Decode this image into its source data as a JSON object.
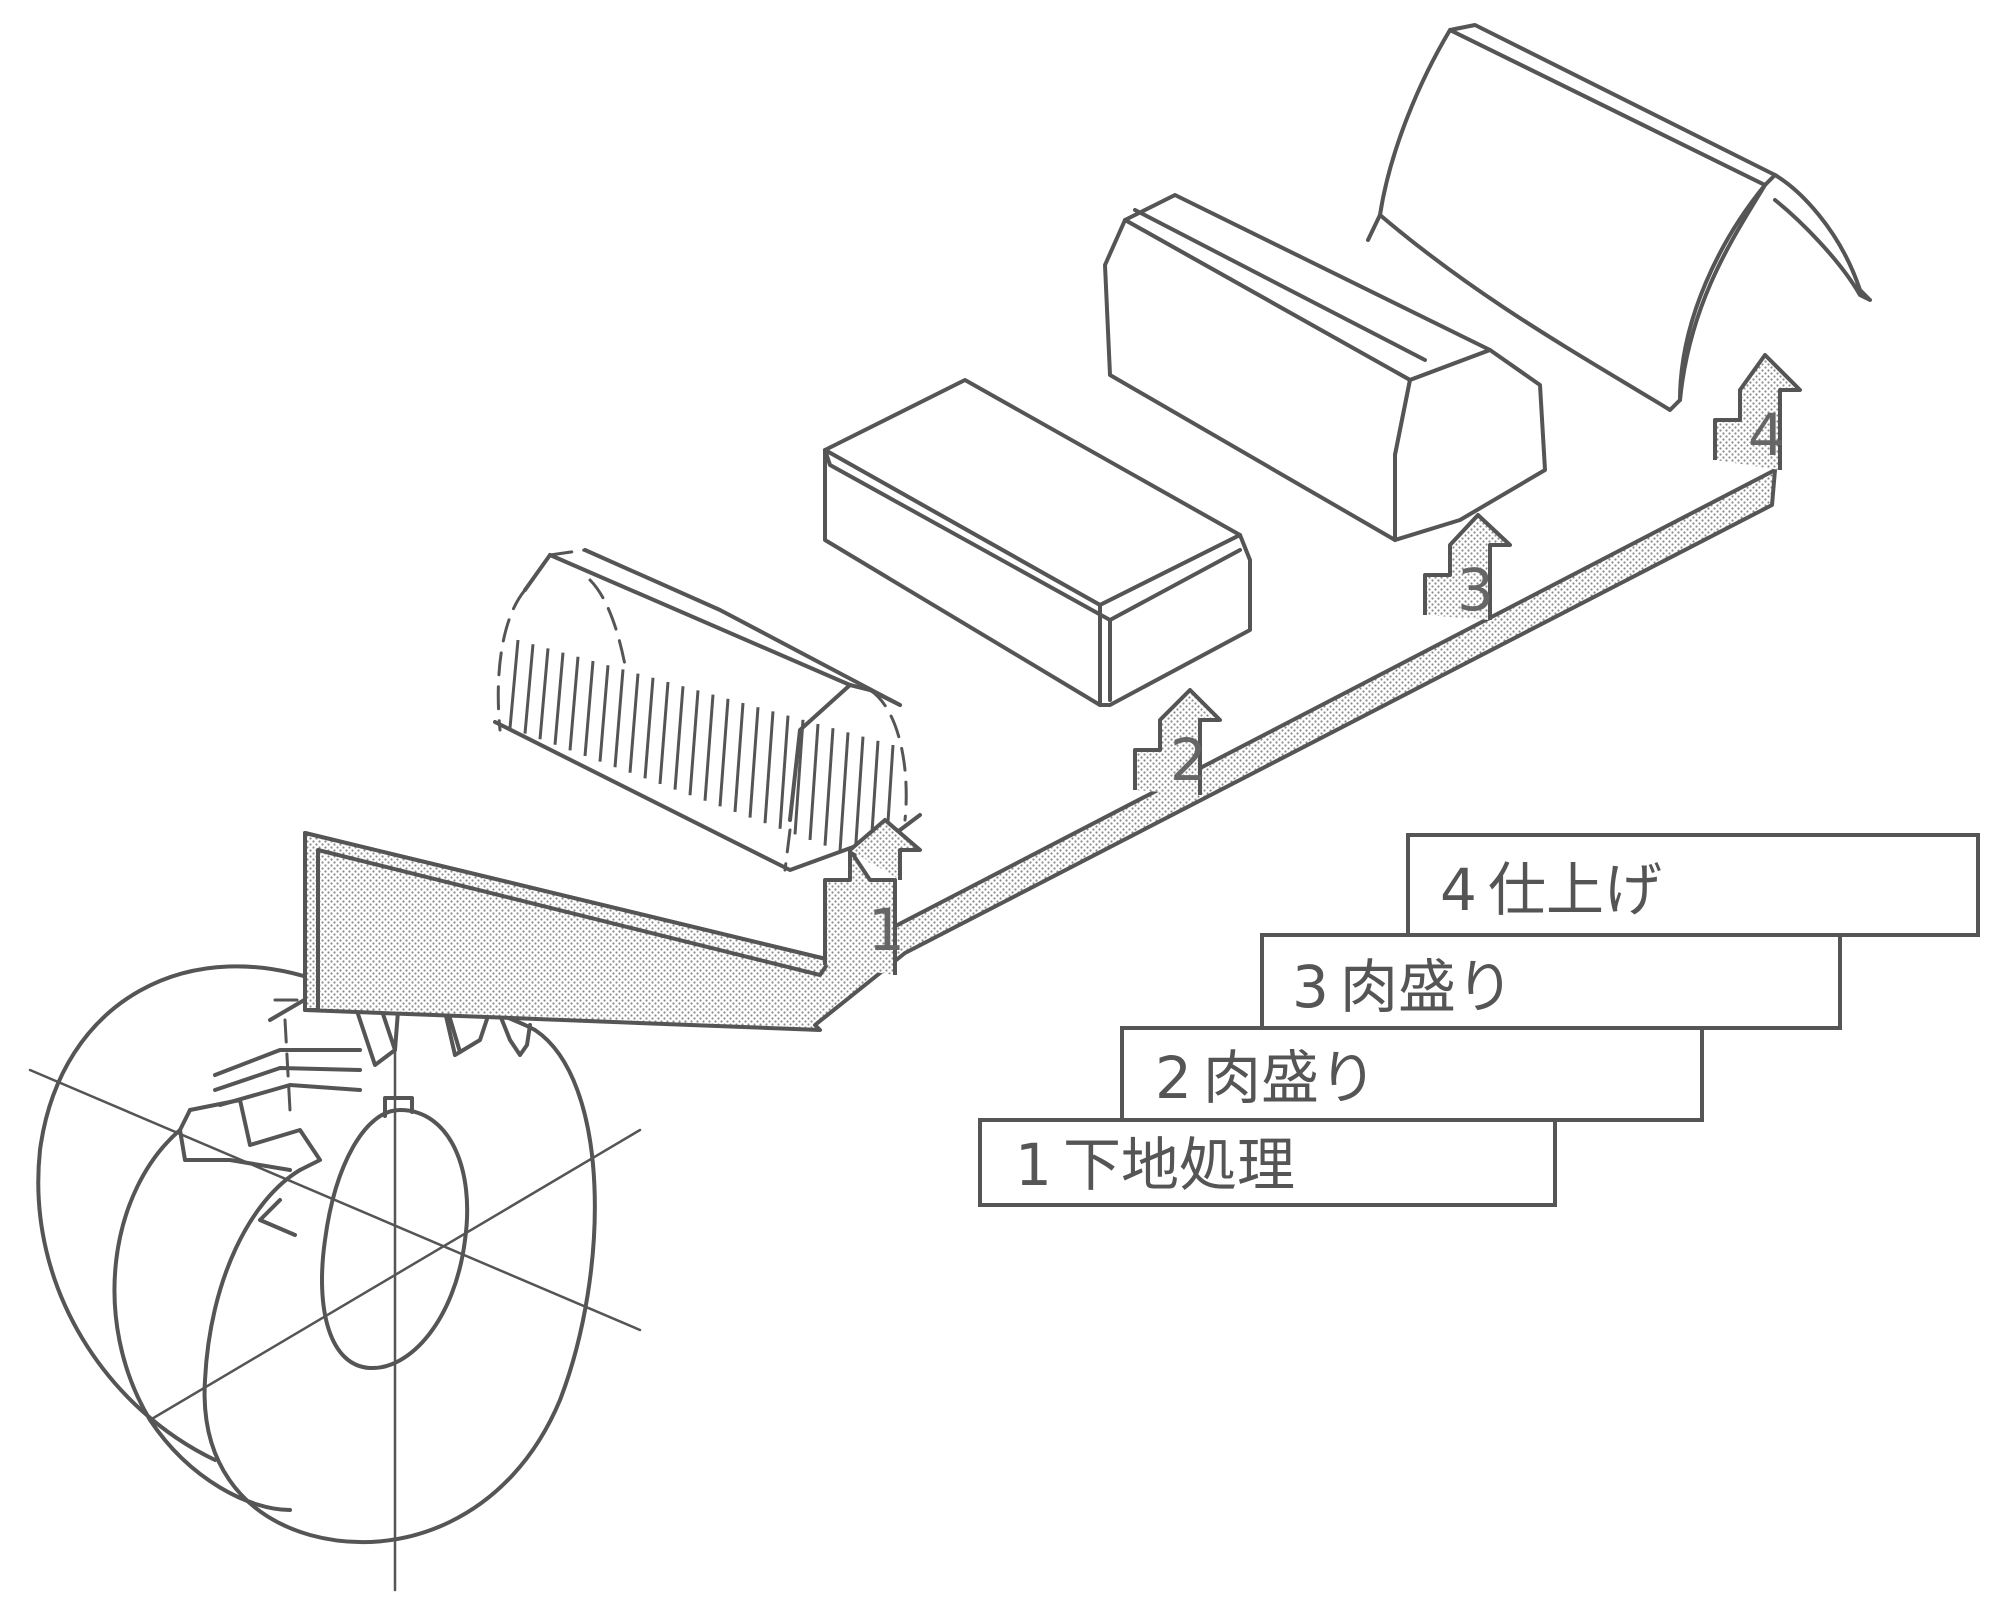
{
  "diagram": {
    "arrow_numbers": [
      "1",
      "2",
      "3",
      "4"
    ],
    "legend": [
      {
        "number": "1",
        "text": "下地処理"
      },
      {
        "number": "2",
        "text": "肉盛り"
      },
      {
        "number": "3",
        "text": "肉盛り"
      },
      {
        "number": "4",
        "text": "仕上げ"
      }
    ]
  }
}
